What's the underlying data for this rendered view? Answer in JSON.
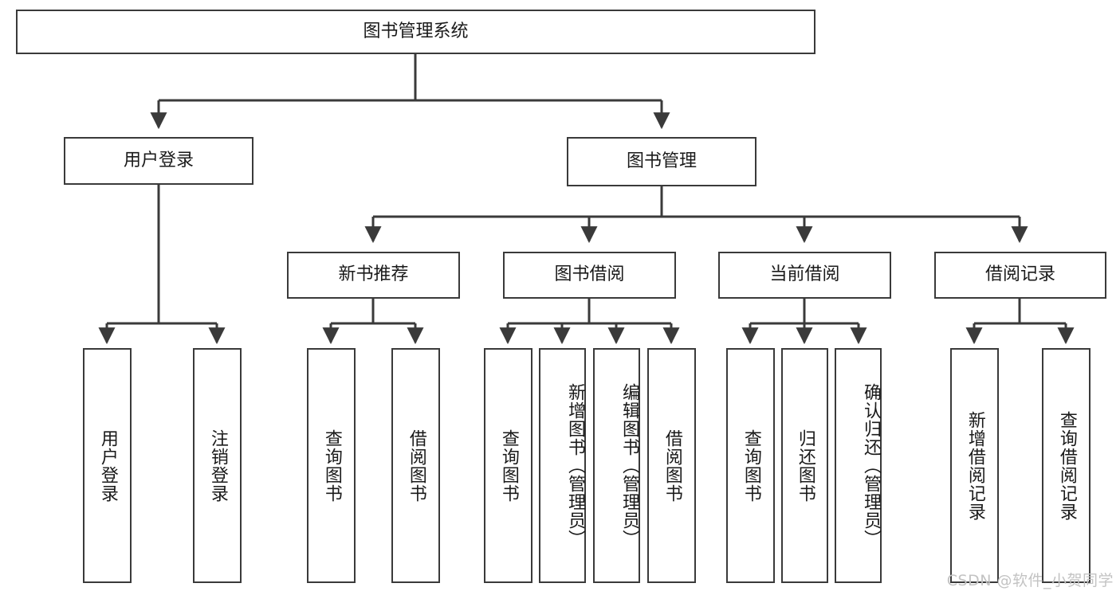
{
  "diagram": {
    "type": "tree-hierarchy",
    "title": "图书管理系统",
    "stroke_color": "#3a3a3a",
    "fill_color": "#ffffff",
    "text_color": "#1a1a1a",
    "root": {
      "id": "root",
      "label": "图书管理系统"
    },
    "level1": [
      {
        "id": "user-login",
        "label": "用户登录"
      },
      {
        "id": "book-mgmt",
        "label": "图书管理"
      }
    ],
    "level2": [
      {
        "id": "new-book-rec",
        "label": "新书推荐",
        "parent": "book-mgmt"
      },
      {
        "id": "book-borrow",
        "label": "图书借阅",
        "parent": "book-mgmt"
      },
      {
        "id": "current-borrow",
        "label": "当前借阅",
        "parent": "book-mgmt"
      },
      {
        "id": "borrow-record",
        "label": "借阅记录",
        "parent": "book-mgmt"
      }
    ],
    "leaves": {
      "user-login": [
        {
          "id": "leaf-user-login",
          "label": "用户登录"
        },
        {
          "id": "leaf-logout",
          "label": "注销登录"
        }
      ],
      "new-book-rec": [
        {
          "id": "leaf-query-book-1",
          "label": "查询图书"
        },
        {
          "id": "leaf-borrow-book-1",
          "label": "借阅图书"
        }
      ],
      "book-borrow": [
        {
          "id": "leaf-query-book-2",
          "label": "查询图书"
        },
        {
          "id": "leaf-add-book",
          "label": "新增图书（管理员）"
        },
        {
          "id": "leaf-edit-book",
          "label": "编辑图书（管理员）"
        },
        {
          "id": "leaf-borrow-book-2",
          "label": "借阅图书"
        }
      ],
      "current-borrow": [
        {
          "id": "leaf-query-book-3",
          "label": "查询图书"
        },
        {
          "id": "leaf-return-book",
          "label": "归还图书"
        },
        {
          "id": "leaf-confirm-return",
          "label": "确认归还（管理员）"
        }
      ],
      "borrow-record": [
        {
          "id": "leaf-add-record",
          "label": "新增借阅记录"
        },
        {
          "id": "leaf-query-record",
          "label": "查询借阅记录"
        }
      ]
    }
  },
  "watermark": {
    "text": "CSDN @软件_小贺同学"
  }
}
